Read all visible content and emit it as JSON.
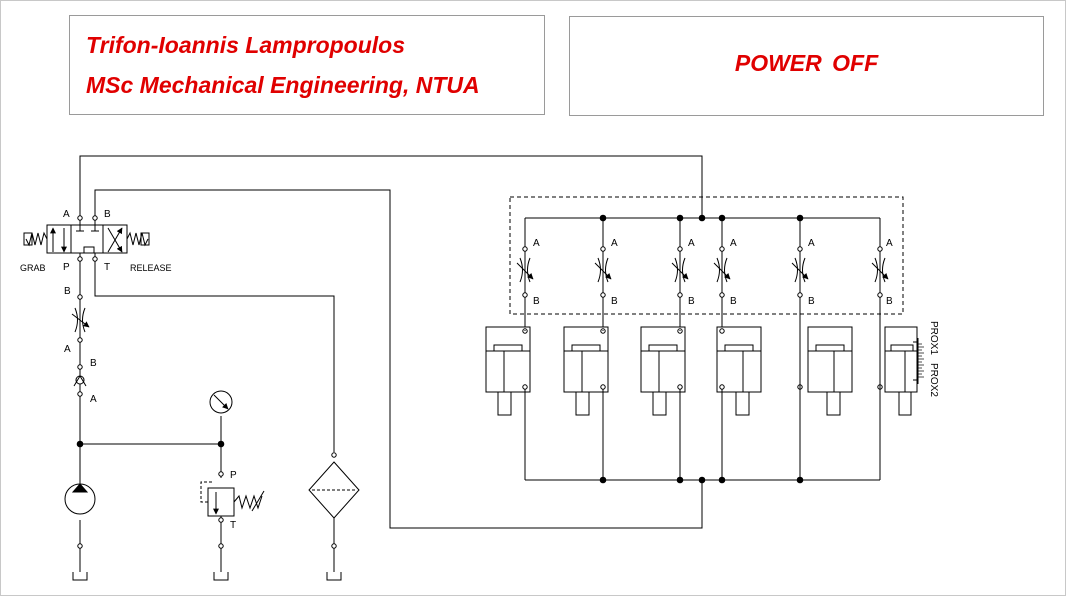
{
  "header": {
    "author_name": "Trifon-Ioannis  Lampropoulos",
    "author_degree": "MSc Mechanical Engineering, NTUA",
    "status": "POWER  OFF"
  },
  "valve": {
    "port_a": "A",
    "port_b": "B",
    "port_p": "P",
    "port_t": "T",
    "grab_label": "GRAB",
    "release_label": "RELEASE"
  },
  "supply_line": {
    "flow_port_b": "B",
    "flow_port_a": "A",
    "check_port_b": "B",
    "check_port_a": "A"
  },
  "relief_valve": {
    "port_p": "P",
    "port_t": "T"
  },
  "flow_controls": [
    {
      "port_a": "A",
      "port_b": "B"
    },
    {
      "port_a": "A",
      "port_b": "B"
    },
    {
      "port_a": "A",
      "port_b": "B"
    },
    {
      "port_a": "A",
      "port_b": "B"
    },
    {
      "port_a": "A",
      "port_b": "B"
    },
    {
      "port_a": "A",
      "port_b": "B"
    }
  ],
  "sensors": {
    "prox1": "PROX1",
    "prox2": "PROX2"
  },
  "colors": {
    "title_red": "#e00000",
    "line": "#000000"
  }
}
